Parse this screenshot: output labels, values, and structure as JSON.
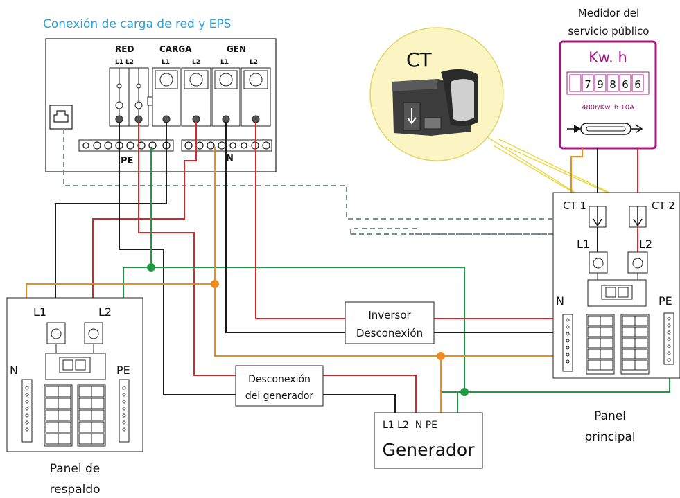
{
  "title": "Conexión de carga de red y EPS",
  "inverter": {
    "groups": [
      "RED",
      "CARGA",
      "GEN"
    ],
    "terminals": [
      "L1",
      "L2",
      "L1",
      "L2",
      "L1",
      "L2"
    ],
    "pe_label": "PE",
    "n_label": "N"
  },
  "ct": {
    "label": "CT"
  },
  "meter": {
    "caption_line1": "Medidor del",
    "caption_line2": "servicio público",
    "unit": "Kw. h",
    "digits": [
      "7",
      "9",
      "8",
      "6",
      "6"
    ],
    "rating": "480r/Kw. h 10A"
  },
  "main_panel": {
    "ct1": "CT 1",
    "ct2": "CT 2",
    "l1": "L1",
    "l2": "L2",
    "n": "N",
    "pe": "PE",
    "caption_line1": "Panel",
    "caption_line2": "principal"
  },
  "backup_panel": {
    "l1": "L1",
    "l2": "L2",
    "n": "N",
    "pe": "PE",
    "caption_line1": "Panel de",
    "caption_line2": "respaldo"
  },
  "inverter_disconnect": {
    "line1": "Inversor",
    "line2": "Desconexión"
  },
  "generator_disconnect": {
    "line1": "Desconexión",
    "line2": "del generador"
  },
  "generator": {
    "terminals": "L1 L2  N PE",
    "name": "Generador"
  },
  "colors": {
    "black": "#1a1a1a",
    "red": "#d6262b",
    "orange": "#ef8a1e",
    "green": "#1e9a45",
    "yellow": "#e8d84a",
    "dashed": "#7d8b99",
    "title_blue": "#2a9fd6",
    "meter_purple": "#a3197f",
    "ct_bg": "#fbf5c4"
  }
}
